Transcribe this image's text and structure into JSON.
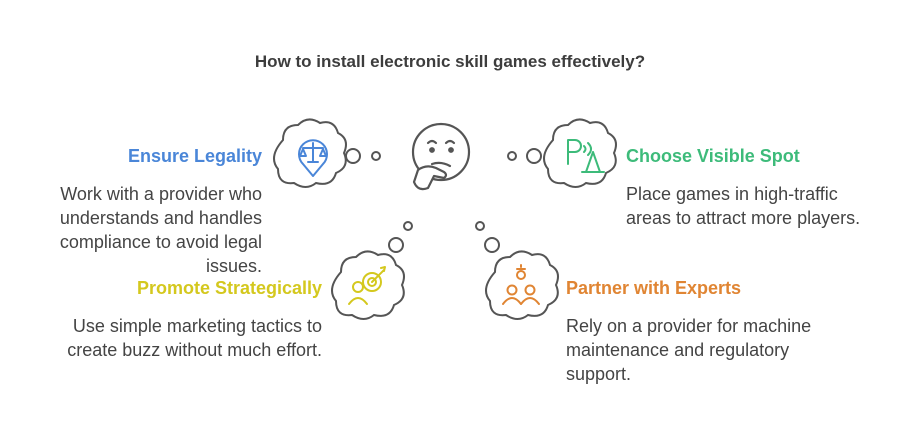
{
  "title": "How to install electronic skill games effectively?",
  "colors": {
    "legality": "#4a86d8",
    "visible": "#3dbb7a",
    "promote": "#d4c81e",
    "partner": "#e08533",
    "outline": "#4a4a4a",
    "dots": "#555555"
  },
  "items": [
    {
      "heading": "Ensure Legality",
      "description": "Work with a provider who understands and handles compliance to avoid legal issues.",
      "icon": "scales-location-icon"
    },
    {
      "heading": "Choose Visible Spot",
      "description": "Place games in high-traffic areas to attract more players.",
      "icon": "parking-cone-icon"
    },
    {
      "heading": "Promote Strategically",
      "description": "Use simple marketing tactics to create buzz without much effort.",
      "icon": "target-person-icon"
    },
    {
      "heading": "Partner with Experts",
      "description": "Rely on a provider for machine maintenance and regulatory support.",
      "icon": "team-people-icon"
    }
  ]
}
